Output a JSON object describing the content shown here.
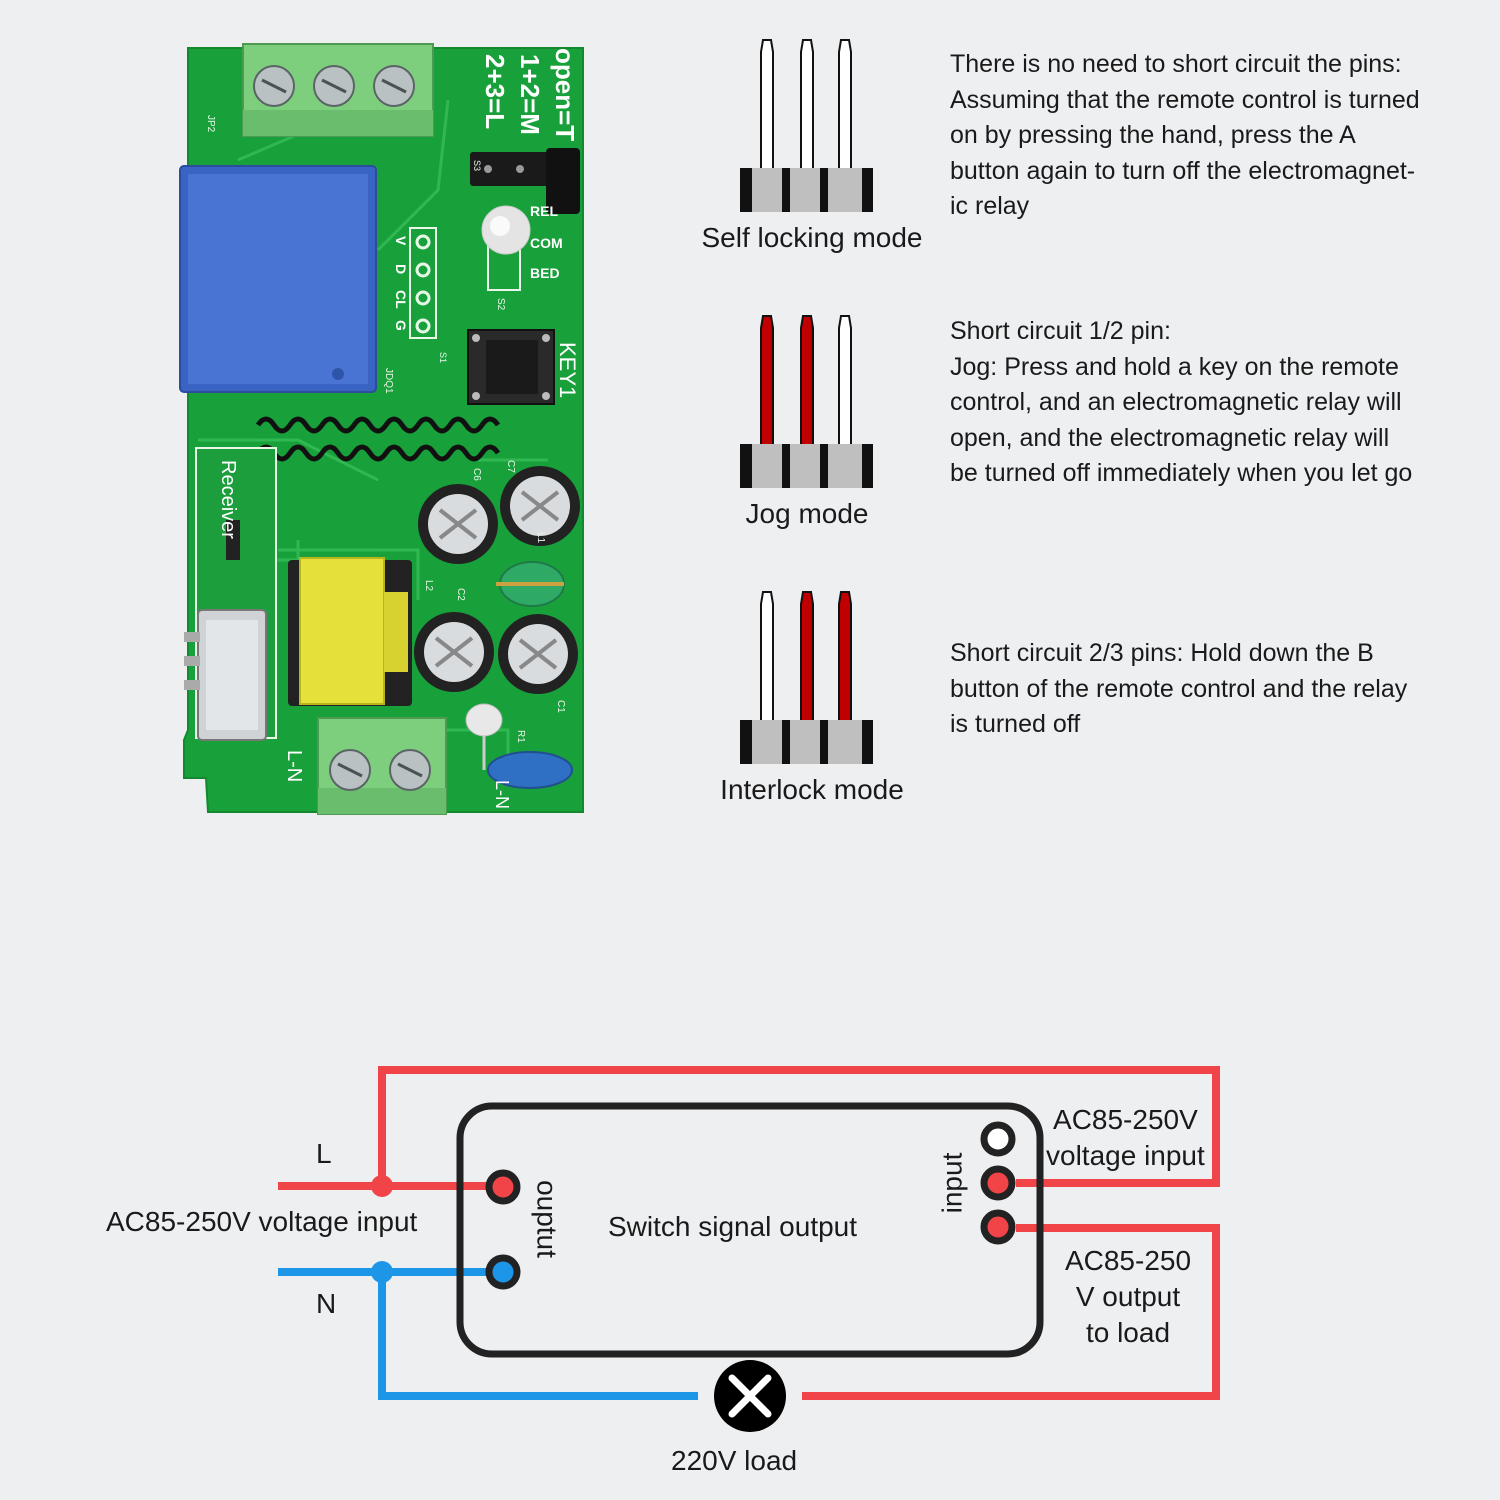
{
  "board": {
    "silkscreen_modes": [
      "open=T",
      "1+2=M",
      "2+3=L"
    ],
    "labels": {
      "jp2": "JP2",
      "s3": "S3",
      "rel": "REL",
      "com": "COM",
      "bed": "BED",
      "s2": "S2",
      "key1": "KEY1",
      "jdq1": "JDQ1",
      "s1": "S1",
      "pins": [
        "V",
        "D",
        "CL",
        "G"
      ],
      "c6": "C6",
      "c7": "C7",
      "l1": "L1",
      "l2": "L2",
      "c2": "C2",
      "c1": "C1",
      "r1": "R1",
      "receiver": "Receiver",
      "ln_left": "L-N",
      "ln_right": "L-N"
    }
  },
  "modes": [
    {
      "caption": "Self locking mode",
      "pin_colors": [
        "#ffffff",
        "#ffffff",
        "#ffffff"
      ],
      "description": [
        "There is no need to short circuit the pins:",
        "Assuming that the remote control is turned",
        "on by pressing the hand, press the A",
        "button again to turn off the electromagnet-",
        "ic relay"
      ]
    },
    {
      "caption": "Jog mode",
      "pin_colors": [
        "#c00000",
        "#c00000",
        "#ffffff"
      ],
      "description": [
        "Short circuit 1/2 pin:",
        "Jog: Press and hold a key on the remote",
        "control, and an electromagnetic relay will",
        "open, and the electromagnetic relay will",
        "be turned off immediately when you let go"
      ]
    },
    {
      "caption": "Interlock mode",
      "pin_colors": [
        "#ffffff",
        "#c00000",
        "#c00000"
      ],
      "description": [
        "Short circuit 2/3 pins: Hold down the B",
        "button of the remote control and the relay",
        "is turned off"
      ]
    }
  ],
  "wiring": {
    "live_label": "L",
    "neutral_label": "N",
    "input_voltage_label": "AC85-250V voltage input",
    "output_side_label": "ouptut",
    "center_label": "Switch signal output",
    "input_side_label": "input",
    "right_input_label": [
      "AC85-250V",
      "voltage input"
    ],
    "right_output_label": [
      "AC85-250",
      "V output",
      "to load"
    ],
    "load_label": "220V load",
    "colors": {
      "live": "#f04448",
      "neutral": "#1e96e8",
      "box": "#222222"
    }
  }
}
